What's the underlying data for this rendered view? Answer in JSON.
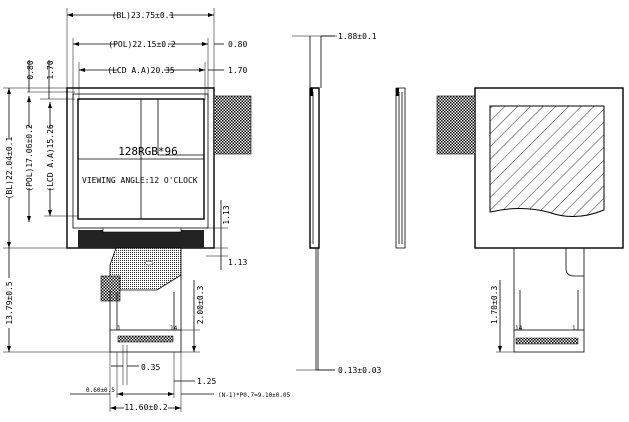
{
  "labels": {
    "bl_width": "(BL)23.75±0.1",
    "pol_width": "(POL)22.15±0.2",
    "lcd_aa_width": "(LCD A.A)20.35",
    "dim_080_top": "0.80",
    "dim_170_top": "1.70",
    "dim_080_left": "0.80",
    "dim_170_left": "1.70",
    "bl_height": "(BL)22.04±0.1",
    "pol_height": "(POL)17.06±0.2",
    "lcd_aa_height": "(LCD A.A)15.26",
    "resolution": "128RGB*96",
    "viewing_angle": "VIEWING ANGLE:12 O'CLOCK",
    "dim_113_a": "1.13",
    "dim_113_b": "1.13",
    "fpc_length": "13.79±0.5",
    "dim_200": "2.00±0.3",
    "pin_1_front": "1",
    "pin_14_front": "14",
    "pitch_035": "0.35",
    "dim_125": "1.25",
    "dim_060": "0.60±0.5",
    "pitch_formula": "(N-1)*P0.7=9.10±0.05",
    "fpc_width": "11.60±0.2",
    "thickness": "1.88±0.1",
    "fpc_thickness": "0.13±0.03",
    "dim_170_back": "1.70±0.3",
    "pin_14_back": "14",
    "pin_1_back": "1"
  }
}
